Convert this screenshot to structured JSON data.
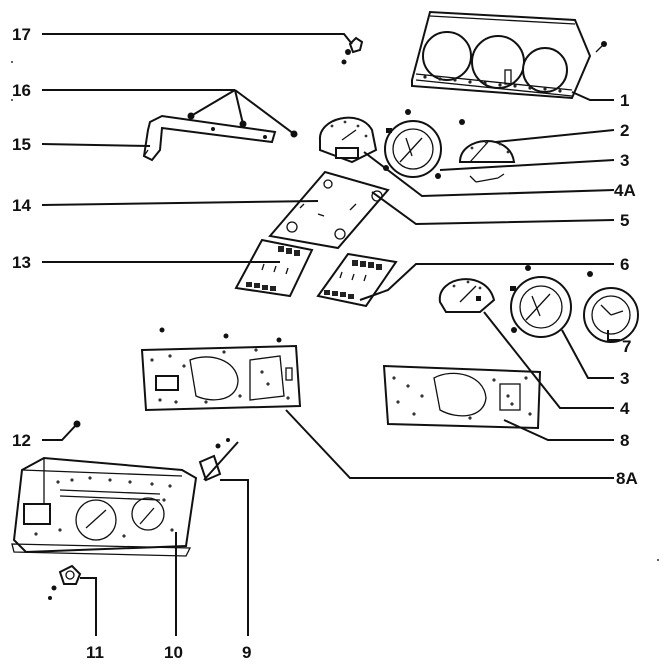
{
  "diagram": {
    "labels": [
      "1",
      "2",
      "3",
      "4A",
      "5",
      "6",
      "7",
      "3",
      "4",
      "8",
      "8A",
      "9",
      "10",
      "11",
      "12",
      "13",
      "14",
      "15",
      "16",
      "17"
    ]
  }
}
